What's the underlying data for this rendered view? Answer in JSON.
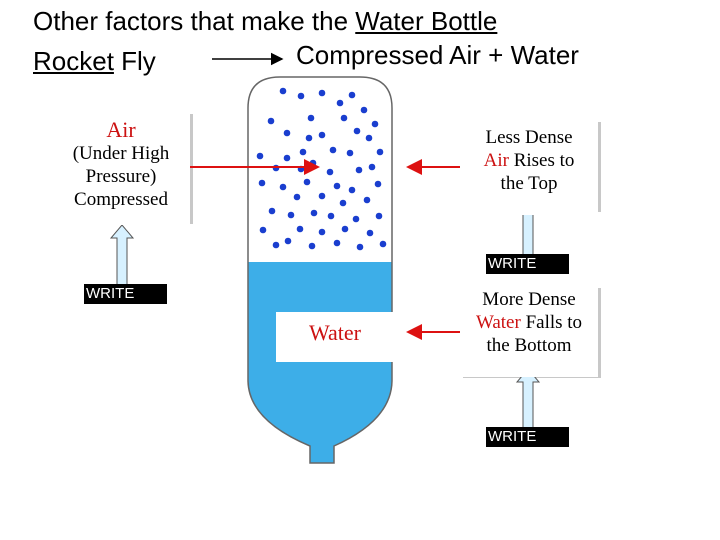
{
  "title": {
    "line1_prefix": "Other factors that make the ",
    "line1_link": "Water Bottle",
    "line2_link": "Rocket",
    "line2_suffix": " Fly",
    "rhs": "Compressed Air + Water"
  },
  "air_box": {
    "heading": "Air",
    "line1": "(Under High",
    "line2": "Pressure)",
    "line3": "Compressed"
  },
  "less_dense_box": {
    "line1": "Less Dense",
    "air_word": "Air",
    "line2_rest": " Rises to",
    "line3": "the Top"
  },
  "more_dense_box": {
    "line1": "More Dense",
    "water_word": "Water",
    "line2_rest": " Falls to",
    "line3": "the Bottom"
  },
  "water_label": "Water",
  "write_labels": [
    "WRITE",
    "WRITE",
    "WRITE"
  ],
  "colors": {
    "water": "#3daee8",
    "dots": "#1a3ecf",
    "arrow_red": "#dd1111",
    "arrow_blue": "#d7f1ff"
  }
}
